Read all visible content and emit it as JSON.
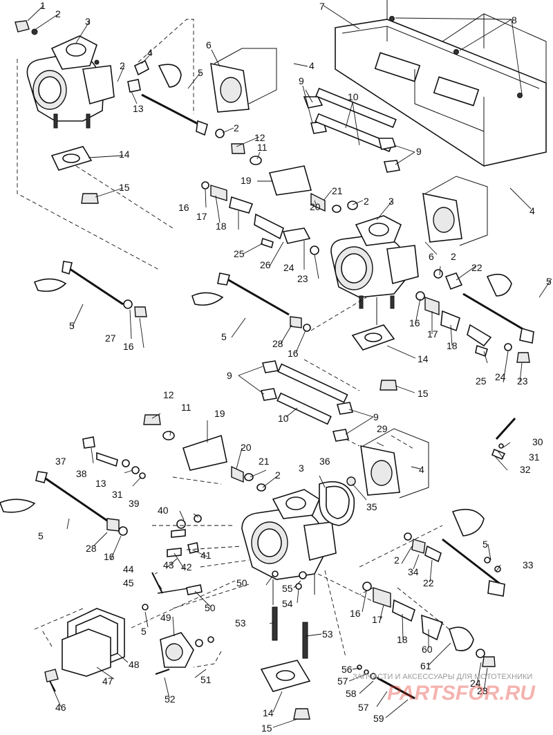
{
  "callouts": {
    "c1": "1",
    "c2a": "2",
    "c3a": "3",
    "c4a": "4",
    "c2b": "2",
    "c5a": "5",
    "c13a": "13",
    "c14a": "14",
    "c15a": "15",
    "c6a": "6",
    "c4b": "4",
    "c9a": "9",
    "c10a": "10",
    "c7": "7",
    "c8": "8",
    "c9b": "9",
    "c2c": "2",
    "c12a": "12",
    "c11a": "11",
    "c19a": "19",
    "c21a": "21",
    "c2d": "2",
    "c20a": "20",
    "c3b": "3",
    "c4c": "4",
    "c16a": "16",
    "c17a": "17",
    "c18a": "18",
    "c25a": "25",
    "c26": "26",
    "c24a": "24",
    "c23a": "23",
    "c6b": "6",
    "c2e": "2",
    "c22a": "22",
    "c5b": "5",
    "c5c": "5",
    "c27": "27",
    "c16b": "16",
    "c5d": "5",
    "c28a": "28",
    "c16c": "16",
    "c16d": "16",
    "c17b": "17",
    "c18b": "18",
    "c14b": "14",
    "c25b": "25",
    "c24b": "24",
    "c23b": "23",
    "c15b": "15",
    "c9c": "9",
    "c10b": "10",
    "c9d": "9",
    "c12b": "12",
    "c11b": "11",
    "c19b": "19",
    "c29": "29",
    "c4d": "4",
    "c30": "30",
    "c31a": "31",
    "c32": "32",
    "c20b": "20",
    "c21b": "21",
    "c37": "37",
    "c38": "38",
    "c13b": "13",
    "c31b": "31",
    "c39": "39",
    "c2f": "2",
    "c3c": "3",
    "c36": "36",
    "c35": "35",
    "c40": "40",
    "c5e": "5",
    "c28b": "28",
    "c16e": "16",
    "c41": "41",
    "c42": "42",
    "c43": "43",
    "c44": "44",
    "c45": "45",
    "c5f": "5",
    "c2g": "2",
    "c34": "34",
    "c22b": "22",
    "c5g": "5",
    "c33": "33",
    "c50a": "50",
    "c55": "55",
    "c54": "54",
    "c50b": "50",
    "c16f": "16",
    "c17c": "17",
    "c18c": "18",
    "c49": "49",
    "c53a": "53",
    "c53b": "53",
    "c60": "60",
    "c48": "48",
    "c47": "47",
    "c51": "51",
    "c61": "61",
    "c56": "56",
    "c57a": "57",
    "c24c": "24",
    "c23c": "23",
    "c46": "46",
    "c52": "52",
    "c14c": "14",
    "c58": "58",
    "c57b": "57",
    "c59": "59",
    "c15c": "15"
  },
  "watermark": {
    "caption": "ЗАПЧАСТИ И АКСЕССУАРЫ ДЛЯ МОТОТЕХНИКИ",
    "logo": "PARTSFOR.RU"
  }
}
